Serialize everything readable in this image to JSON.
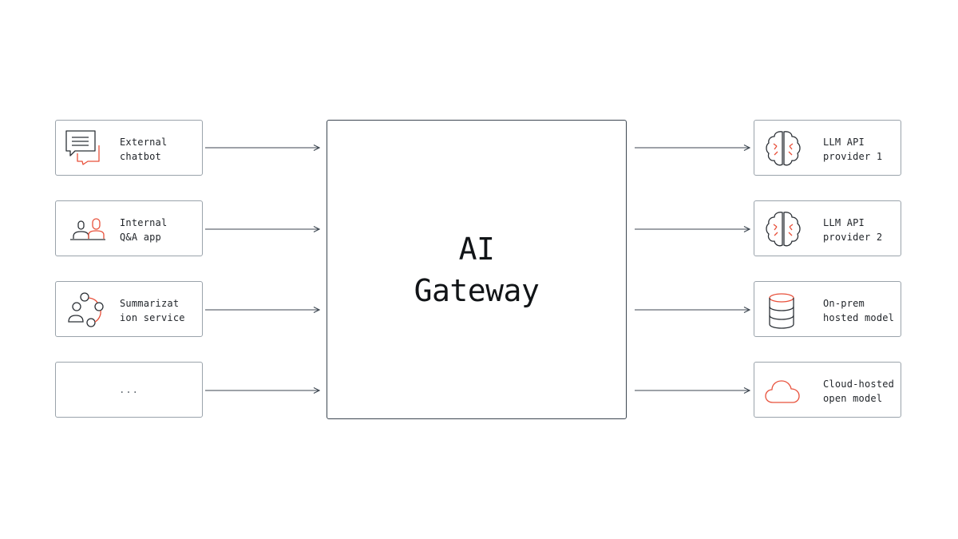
{
  "gateway": {
    "title_line_1": "AI",
    "title_line_2": "Gateway"
  },
  "clients": [
    {
      "label": "External\nchatbot",
      "icon": "chat-bubbles-icon"
    },
    {
      "label": "Internal\nQ&A app",
      "icon": "people-icon"
    },
    {
      "label": "Summarizat\nion service",
      "icon": "network-people-icon"
    },
    {
      "label": "...",
      "icon": ""
    }
  ],
  "providers": [
    {
      "label": "LLM API\nprovider 1",
      "icon": "brain-icon"
    },
    {
      "label": "LLM API\nprovider 2",
      "icon": "brain-icon"
    },
    {
      "label": "On-prem\nhosted model",
      "icon": "database-icon"
    },
    {
      "label": "Cloud-hosted\nopen model",
      "icon": "cloud-icon"
    }
  ],
  "colors": {
    "line": "#3c4650",
    "accent": "#e8503a",
    "border": "#9aa3ab"
  }
}
